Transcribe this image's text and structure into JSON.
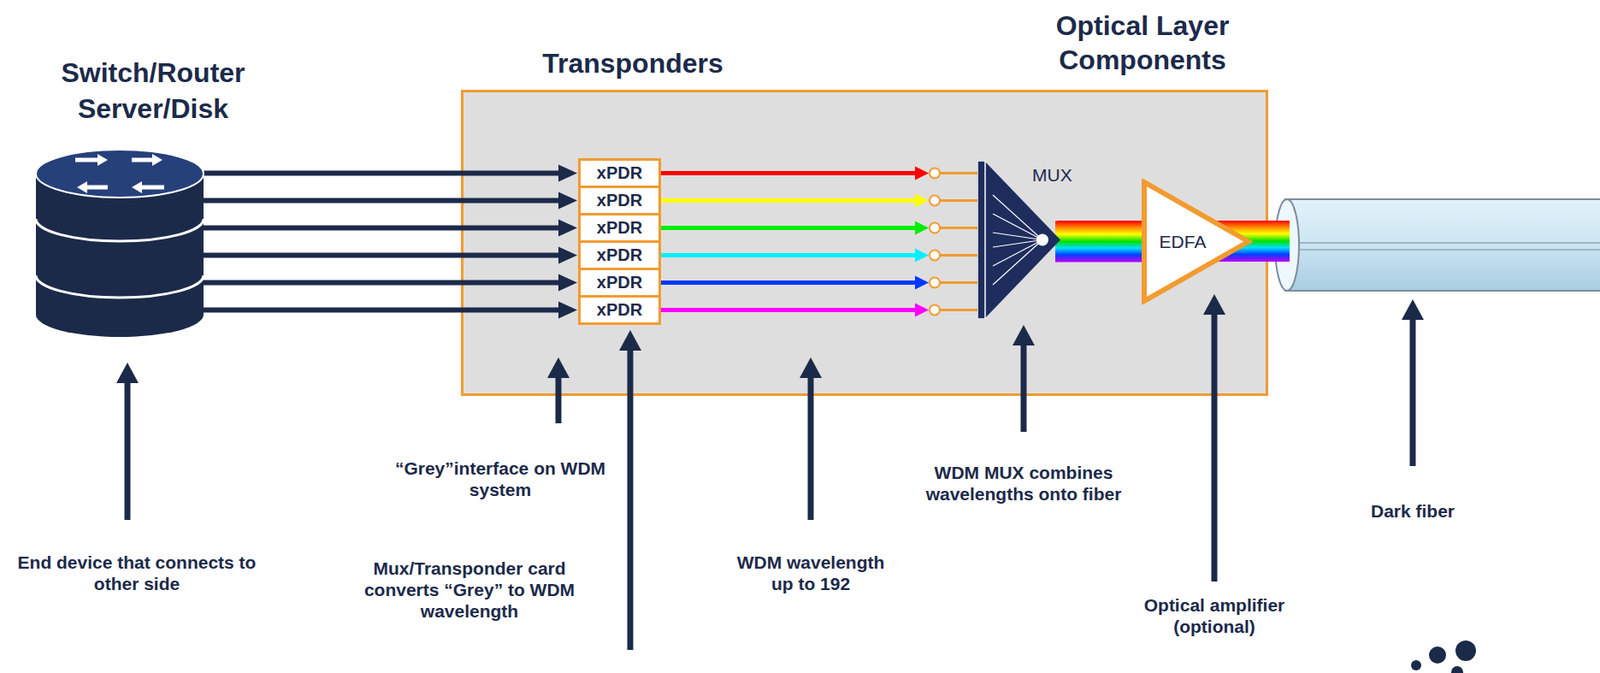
{
  "diagram": {
    "nodes": [
      {
        "text": [
          "Switch/Router Server/Disk"
        ]
      },
      {
        "text": [
          "Transponders",
          "Optical Layer Components"
        ]
      },
      {
        "text": [
          "xPDR"
        ],
        "in": 1
      },
      {
        "text": [
          "xPDR"
        ],
        "in": 1
      },
      {
        "text": [
          "xPDR"
        ],
        "in": 1
      },
      {
        "text": [
          "xPDR"
        ],
        "in": 1
      },
      {
        "text": [
          "xPDR"
        ],
        "in": 1
      },
      {
        "text": [
          "xPDR"
        ],
        "in": 1
      },
      {
        "text": [
          "MUX"
        ],
        "in": 1
      },
      {
        "text": [
          "EDFA"
        ],
        "in": 1
      }
    ],
    "edges": [
      {
        "from": 0,
        "to": 2,
        "arrow": "to"
      },
      {
        "from": 0,
        "to": 3,
        "arrow": "to"
      },
      {
        "from": 0,
        "to": 4,
        "arrow": "to"
      },
      {
        "from": 0,
        "to": 5,
        "arrow": "to"
      },
      {
        "from": 0,
        "to": 6,
        "arrow": "to"
      },
      {
        "from": 0,
        "to": 7,
        "arrow": "to"
      },
      {
        "from": 2,
        "to": 8,
        "arrow": "to"
      },
      {
        "from": 3,
        "to": 8,
        "arrow": "to"
      },
      {
        "from": 4,
        "to": 8,
        "arrow": "to"
      },
      {
        "from": 5,
        "to": 8,
        "arrow": "to"
      },
      {
        "from": 6,
        "to": 8,
        "arrow": "to"
      },
      {
        "from": 7,
        "to": 8,
        "arrow": "to"
      },
      {
        "from": 8,
        "to": 9,
        "arrow": "none"
      }
    ],
    "labels": [
      "End device that connects to other side",
      "“Grey”interface on WDM system",
      "Mux/Transponder card converts “Grey” to WDM wavelength",
      "WDM wavelength up to 192",
      "WDM MUX combines wavelengths onto fiber",
      "Optical amplifier (optional)",
      "Dark fiber"
    ]
  }
}
